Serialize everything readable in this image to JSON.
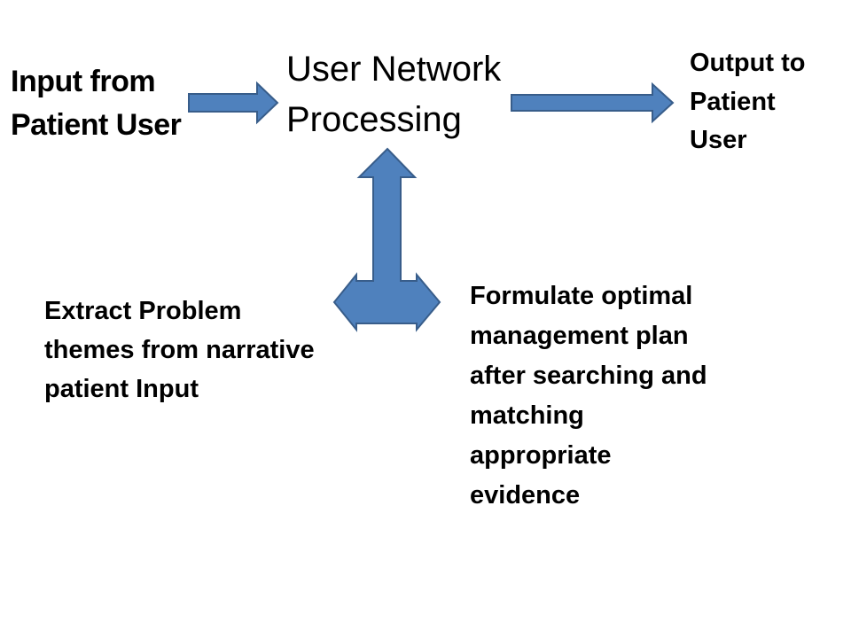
{
  "diagram": {
    "input_node": {
      "label": "Input  from\nPatient User"
    },
    "process_node": {
      "label": "User Network\nProcessing"
    },
    "output_node": {
      "label": "Output to\nPatient\nUser"
    },
    "extract_node": {
      "label": "Extract Problem\nthemes from narrative\npatient Input"
    },
    "formulate_node": {
      "label": "Formulate optimal\nmanagement plan\nafter searching  and\nmatching\nappropriate\nevidence"
    },
    "colors": {
      "arrow_fill": "#4f81bd",
      "arrow_stroke": "#385d8a",
      "text": "#000000",
      "background": "#ffffff"
    }
  }
}
